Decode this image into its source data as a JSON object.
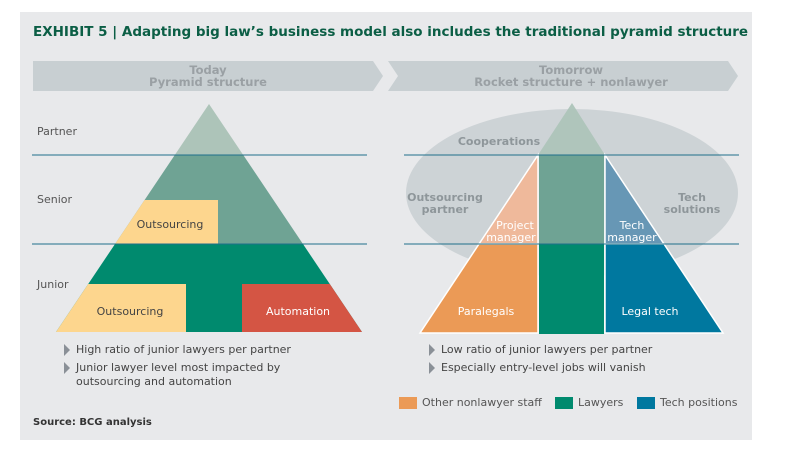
{
  "title": {
    "exhibit": "EXHIBIT 5 | ",
    "text": "Adapting big law’s business model also includes the traditional pyramid structure"
  },
  "today": {
    "heading1": "Today",
    "heading2": "Pyramid structure",
    "levels": [
      "Partner",
      "Senior",
      "Junior"
    ],
    "segments": {
      "senior_outsourcing": "Outsourcing",
      "junior_outsourcing": "Outsourcing",
      "automation": "Automation"
    },
    "bullets": [
      "High ratio of junior lawyers per partner",
      "Junior lawyer level most impacted by outsourcing and automation"
    ]
  },
  "tomorrow": {
    "heading1": "Tomorrow",
    "heading2": "Rocket structure + nonlawyer",
    "ellipse_labels": {
      "top": "Cooperations",
      "left1": "Outsourcing",
      "left2": "partner",
      "right1": "Tech",
      "right2": "solutions"
    },
    "segments": {
      "pm1": "Project",
      "pm2": "manager",
      "tm1": "Tech",
      "tm2": "manager",
      "paralegals": "Paralegals",
      "legal_tech": "Legal tech"
    },
    "bullets": [
      "Low ratio of junior lawyers per partner",
      "Especially entry-level jobs will vanish"
    ]
  },
  "legend": [
    {
      "label": "Other nonlawyer staff",
      "color": "#eb9a56"
    },
    {
      "label": "Lawyers",
      "color": "#008a6e"
    },
    {
      "label": "Tech positions",
      "color": "#00789f"
    }
  ],
  "source": "Source: BCG analysis",
  "colors": {
    "title": "#0b5e45",
    "partner": "#adc4b9",
    "senior": "#6fa394",
    "junior": "#008a6e",
    "outsourcing": "#fdd68e",
    "automation": "#d45544",
    "orange_light": "#efb99b",
    "orange": "#eb9a56",
    "blue_light": "#6797b5",
    "blue": "#00789f"
  }
}
